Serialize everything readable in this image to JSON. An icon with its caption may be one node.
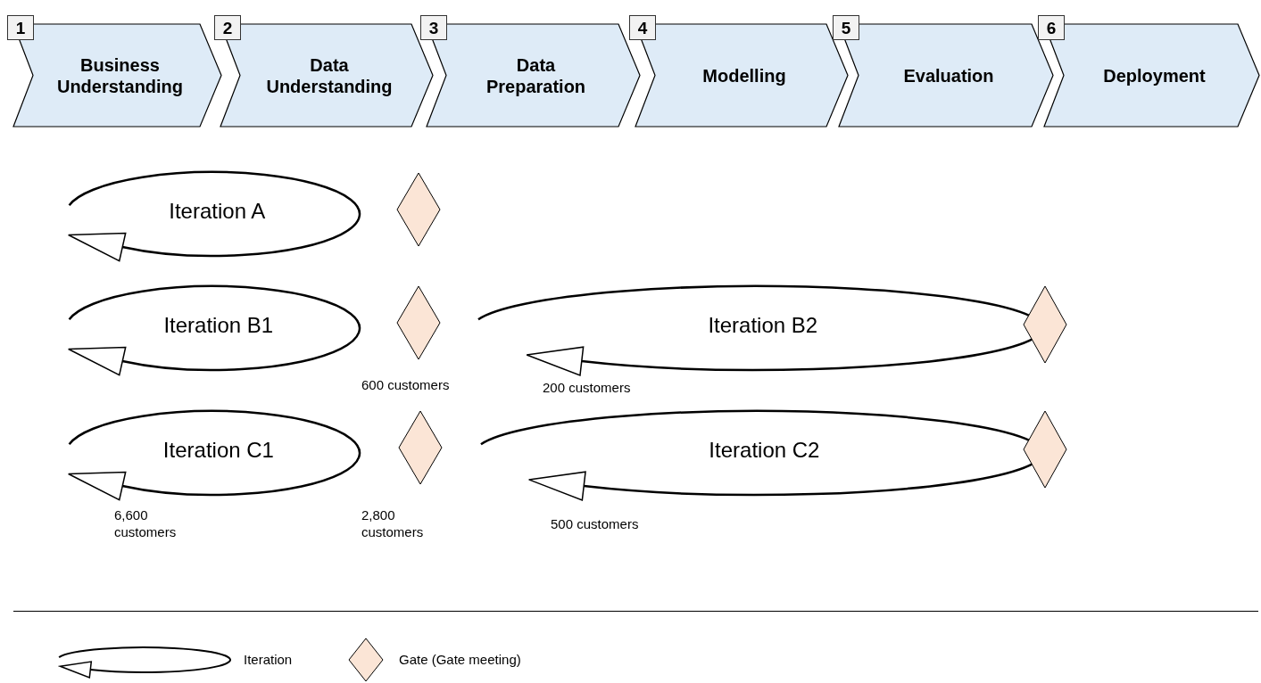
{
  "diagram": {
    "nodes": [
      {
        "text": [
          "1",
          "Business Understanding"
        ]
      },
      {
        "text": [
          "2",
          "Data Understanding"
        ]
      },
      {
        "text": [
          "3",
          "Data Preparation"
        ]
      },
      {
        "text": [
          "4",
          "Modelling"
        ]
      },
      {
        "text": [
          "5",
          "Evaluation"
        ]
      },
      {
        "text": [
          "6",
          "Deployment"
        ]
      },
      {
        "text": [
          "Iteration A"
        ]
      },
      {
        "text": [],
        "shape": "diamond"
      },
      {
        "text": [
          "Iteration B1"
        ]
      },
      {
        "text": [],
        "shape": "diamond"
      },
      {
        "text": [
          "Iteration B2"
        ]
      },
      {
        "text": [],
        "shape": "diamond"
      },
      {
        "text": [
          "Iteration C1"
        ]
      },
      {
        "text": [],
        "shape": "diamond"
      },
      {
        "text": [
          "Iteration C2"
        ]
      },
      {
        "text": [],
        "shape": "diamond"
      }
    ],
    "labels": [
      "600 customers",
      "200 customers",
      "6,600 customers",
      "2,800 customers",
      "500 customers"
    ],
    "legend": [
      {
        "text": "Iteration"
      },
      {
        "text": "Gate (Gate meeting)"
      }
    ]
  }
}
